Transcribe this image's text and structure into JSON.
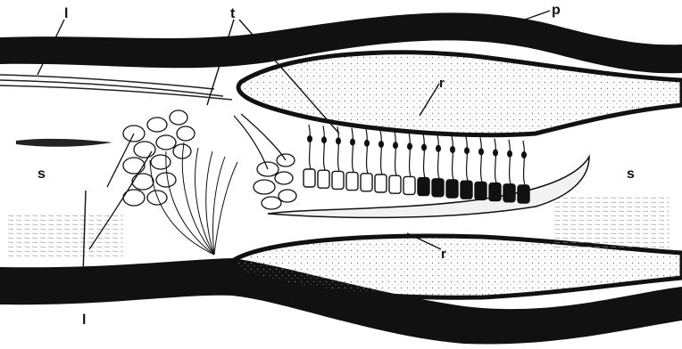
{
  "figure": {
    "labels": {
      "l_top": "l",
      "t": "t",
      "p": "p",
      "r_upper": "r",
      "r_lower": "r",
      "s_left": "s",
      "s_right": "s",
      "l_bottom": "l"
    },
    "colors": {
      "ink": "#111111",
      "paper": "#ffffff",
      "stipple": "#9a9a9a",
      "membrane": "#f2f2f2"
    }
  }
}
